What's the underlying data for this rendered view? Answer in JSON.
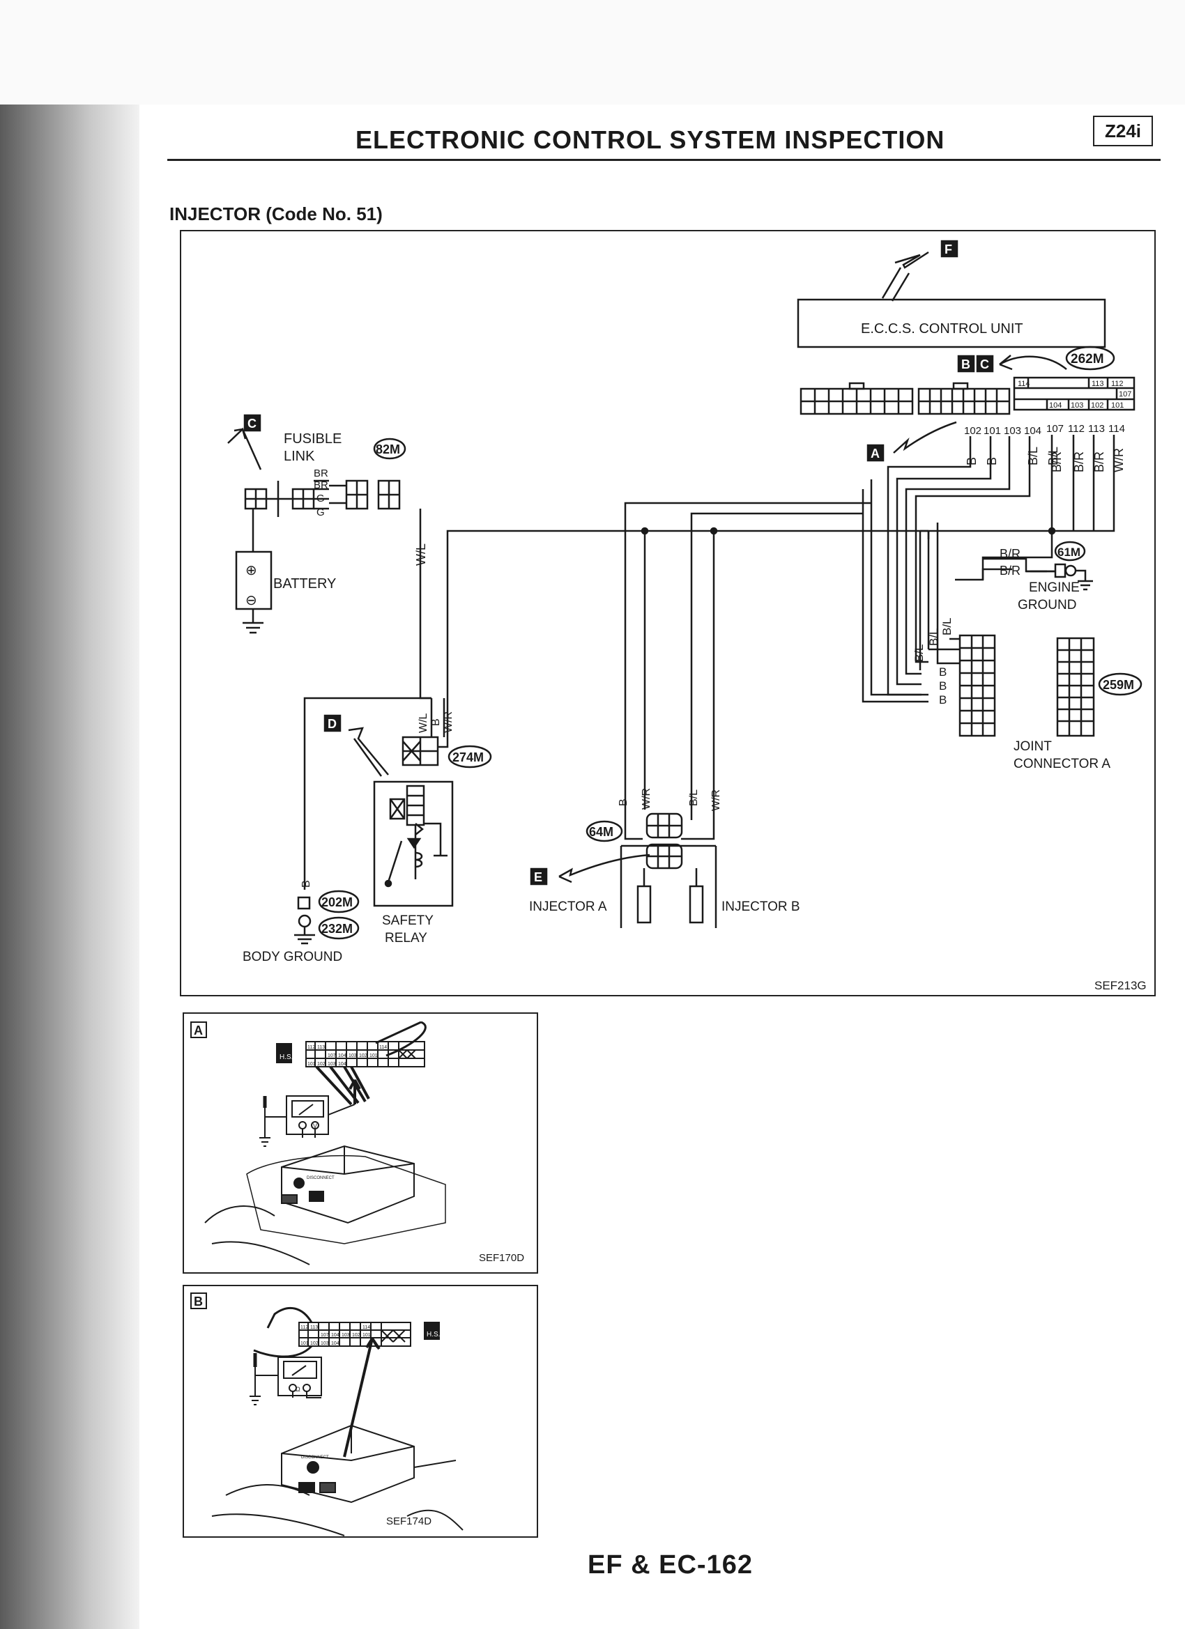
{
  "header": {
    "title": "ELECTRONIC CONTROL SYSTEM INSPECTION",
    "model_code": "Z24i",
    "subtitle": "INJECTOR (Code No. 51)"
  },
  "diagram": {
    "figure_code": "SEF213G",
    "callouts": [
      "A",
      "B",
      "C",
      "D",
      "E",
      "F"
    ],
    "components": {
      "control_unit": "E.C.C.S. CONTROL UNIT",
      "fusible_link": [
        "FUSIBLE",
        "LINK"
      ],
      "battery": "BATTERY",
      "engine_ground": [
        "ENGINE",
        "GROUND"
      ],
      "joint_connector": [
        "JOINT",
        "CONNECTOR A"
      ],
      "safety_relay": [
        "SAFETY",
        "RELAY"
      ],
      "body_ground": "BODY GROUND",
      "injector_a": "INJECTOR A",
      "injector_b": "INJECTOR B"
    },
    "connectors": {
      "c262": "262M",
      "c82": "82M",
      "c61": "61M",
      "c259": "259M",
      "c274": "274M",
      "c64": "64M",
      "c202": "202M",
      "c232": "232M"
    },
    "terminals": [
      "102",
      "101",
      "103",
      "104",
      "107",
      "112",
      "113",
      "114"
    ],
    "terminal_wires": [
      "B",
      "B",
      "B/L",
      "B/L",
      "B/R",
      "B/R",
      "B/R",
      "W/R"
    ],
    "connector_cells": {
      "row1": [
        "114",
        "113",
        "112"
      ],
      "row2": [
        "107"
      ],
      "row3": [
        "104",
        "103",
        "102",
        "101"
      ]
    },
    "wire_labels": {
      "fusible": [
        "BR",
        "BR",
        "G",
        "G"
      ],
      "battery_pos": "W/L",
      "relay_in": [
        "W/L",
        "B",
        "W/R"
      ],
      "relay_ground": "B",
      "engine_ground": [
        "B/R",
        "B/R"
      ],
      "joint": [
        "B/L",
        "B/L",
        "B/L",
        "B",
        "B",
        "B"
      ],
      "injector": [
        "B",
        "W/R",
        "B/L",
        "W/R"
      ]
    },
    "battery_symbols": [
      "⊕",
      "⊖"
    ]
  },
  "insets": [
    {
      "label": "A",
      "figure_code": "SEF170D",
      "pins_top": [
        "112",
        "113",
        "114"
      ],
      "pins_mid": [
        "107",
        "104",
        "103",
        "102",
        "101"
      ],
      "pins_bottom": [
        "101",
        "102",
        "103",
        "104"
      ],
      "icon_text": "H.S.",
      "unit_text": "DISCONNECT",
      "meter_symbol": "V"
    },
    {
      "label": "B",
      "figure_code": "SEF174D",
      "pins_top": [
        "112",
        "113",
        "114"
      ],
      "pins_mid": [
        "107",
        "104",
        "103",
        "102",
        "101"
      ],
      "pins_bottom": [
        "101",
        "102",
        "103",
        "104"
      ],
      "icon_text": "H.S.",
      "unit_text": "DISCONNECT",
      "meter_symbol": "Ω"
    }
  ],
  "footer": {
    "page_number": "EF & EC-162"
  }
}
